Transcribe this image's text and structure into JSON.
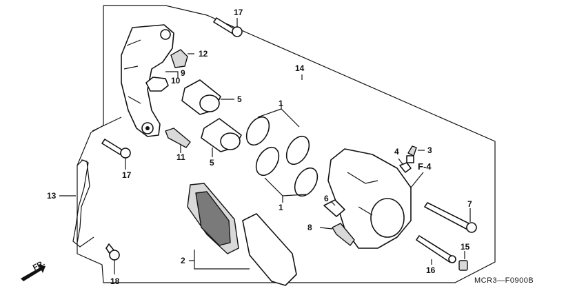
{
  "diagram": {
    "code": "MCR3—F0900B",
    "direction": "FR.",
    "reference": "F-4",
    "callouts": [
      {
        "id": "c1a",
        "num": "1"
      },
      {
        "id": "c1b",
        "num": "1"
      },
      {
        "id": "c2",
        "num": "2"
      },
      {
        "id": "c3",
        "num": "3"
      },
      {
        "id": "c4",
        "num": "4"
      },
      {
        "id": "c5a",
        "num": "5"
      },
      {
        "id": "c5b",
        "num": "5"
      },
      {
        "id": "c6",
        "num": "6"
      },
      {
        "id": "c7",
        "num": "7"
      },
      {
        "id": "c8",
        "num": "8"
      },
      {
        "id": "c9",
        "num": "9"
      },
      {
        "id": "c10",
        "num": "10"
      },
      {
        "id": "c11",
        "num": "11"
      },
      {
        "id": "c12",
        "num": "12"
      },
      {
        "id": "c13",
        "num": "13"
      },
      {
        "id": "c14",
        "num": "14"
      },
      {
        "id": "c15",
        "num": "15"
      },
      {
        "id": "c16",
        "num": "16"
      },
      {
        "id": "c17a",
        "num": "17"
      },
      {
        "id": "c17b",
        "num": "17"
      },
      {
        "id": "c18",
        "num": "18"
      }
    ]
  }
}
